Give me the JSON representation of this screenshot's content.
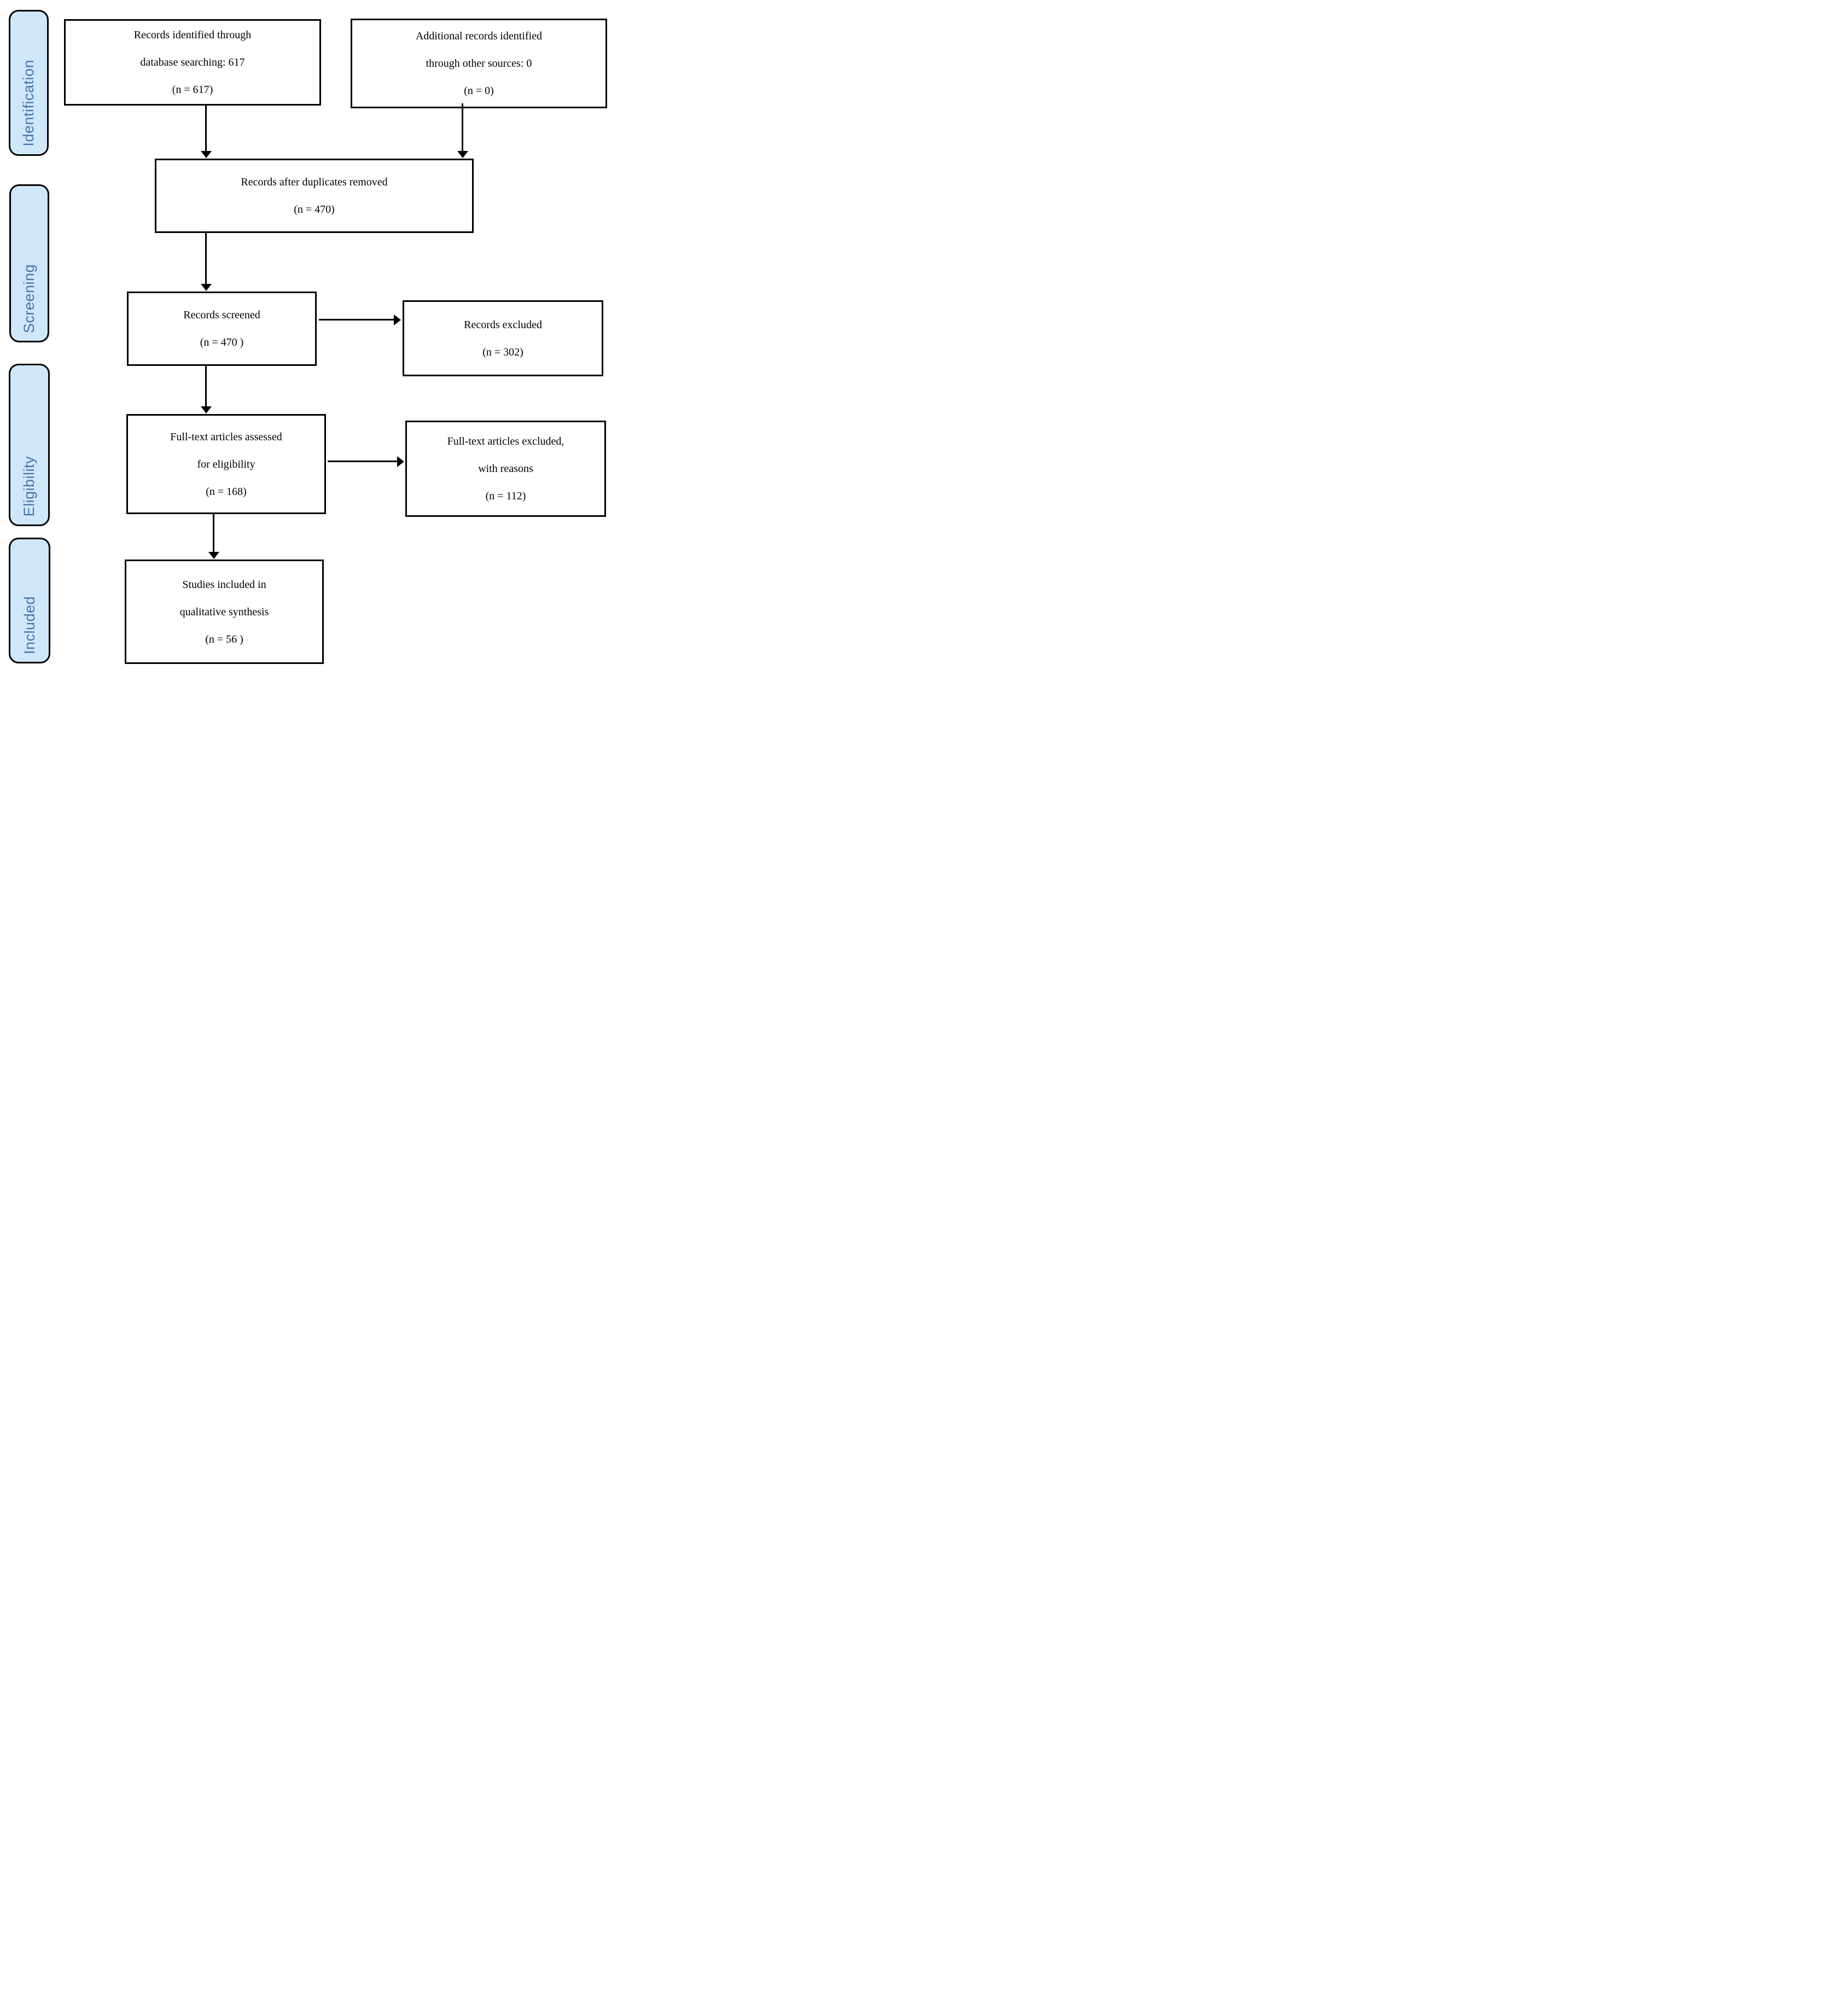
{
  "stages": [
    {
      "label": "Identification"
    },
    {
      "label": "Screening"
    },
    {
      "label": "Eligibility"
    },
    {
      "label": "Included"
    }
  ],
  "boxes": {
    "identified": {
      "lines": [
        "Records identified through",
        "database searching: 617",
        "(n = 617)"
      ]
    },
    "additional": {
      "lines": [
        "Additional records identified",
        "through other sources: 0",
        "(n = 0)"
      ]
    },
    "duplicates": {
      "lines": [
        "Records after duplicates removed",
        "(n = 470)"
      ]
    },
    "screened": {
      "lines": [
        "Records screened",
        "(n = 470 )"
      ]
    },
    "excluded": {
      "lines": [
        "Records excluded",
        "(n = 302)"
      ]
    },
    "fulltext": {
      "lines": [
        "Full-text articles assessed",
        "for eligibility",
        "(n = 168)"
      ]
    },
    "fulltext_excluded": {
      "lines": [
        "Full-text articles excluded,",
        "with reasons",
        "(n = 112)"
      ]
    },
    "included_studies": {
      "lines": [
        "Studies included in",
        "qualitative synthesis",
        "(n = 56 )"
      ]
    }
  },
  "colors": {
    "stage_fill": "#d0e7f9",
    "stage_text": "#4674ae",
    "line": "#000000"
  }
}
